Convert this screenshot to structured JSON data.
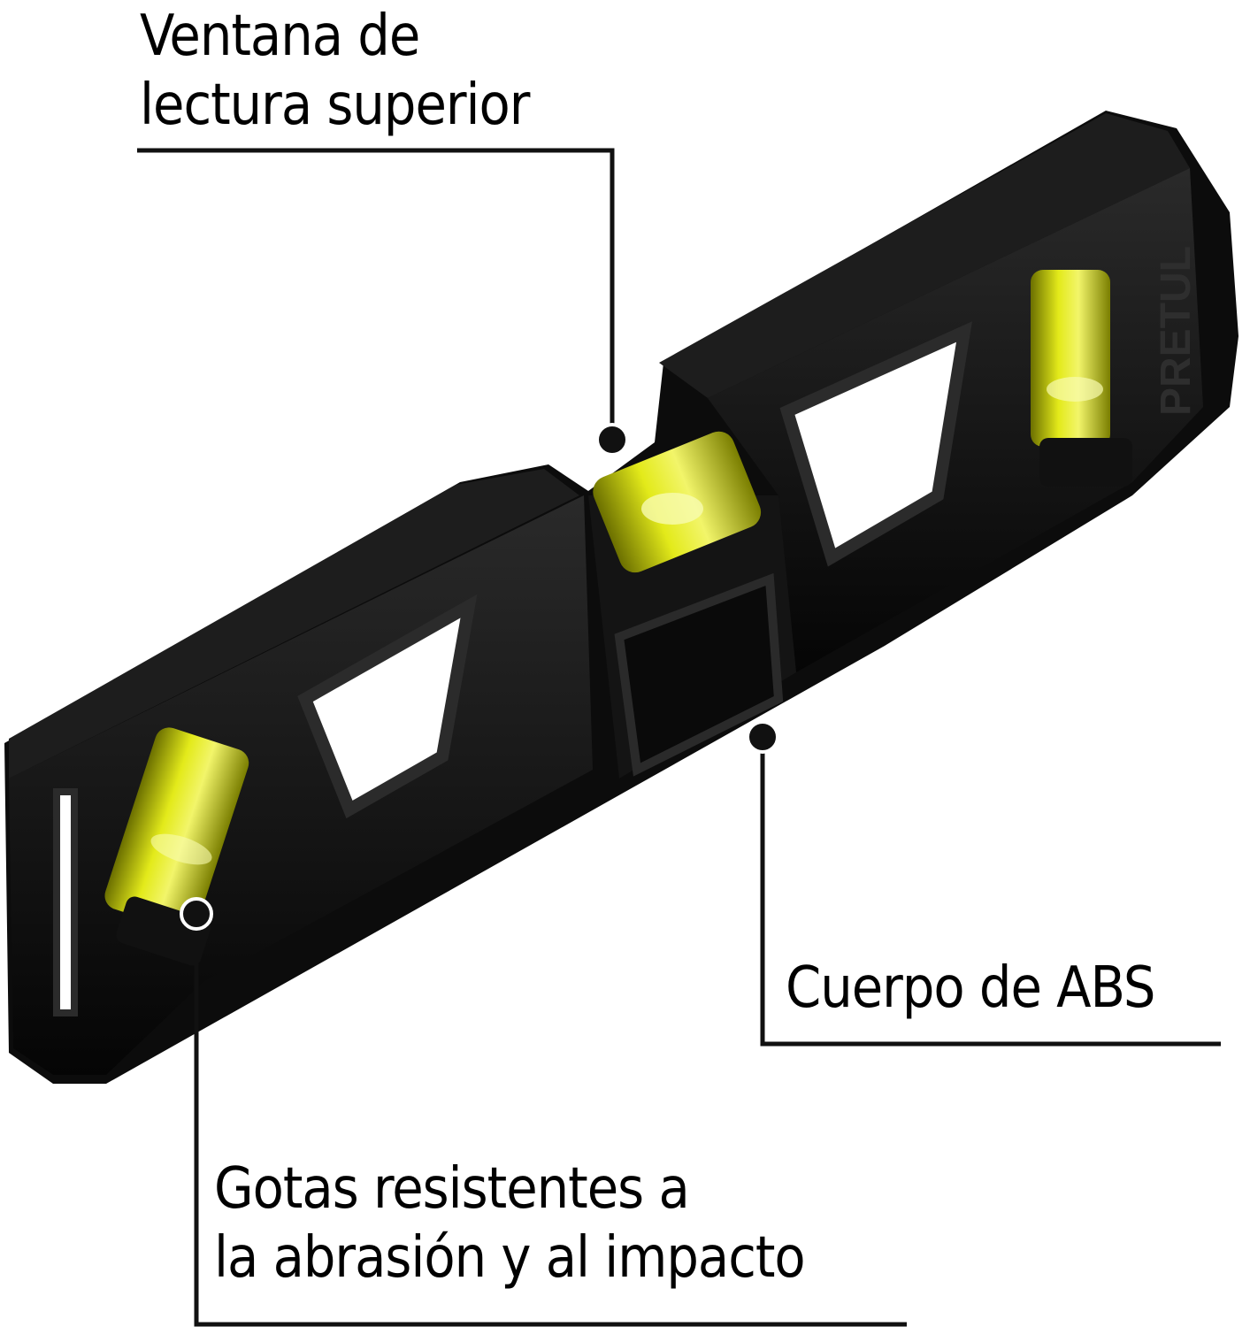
{
  "callouts": {
    "top_window": {
      "line1": "Ventana de",
      "line2": "lectura superior"
    },
    "body": {
      "line1": "Cuerpo de ABS"
    },
    "vials": {
      "line1": "Gotas resistentes a",
      "line2": "la abrasión y al impacto"
    }
  },
  "product": {
    "brand_text": "PRETUL"
  },
  "colors": {
    "body": "#0c0c0c",
    "vial_fluid": "#d8e000",
    "leader_line": "#111111",
    "background": "#ffffff"
  }
}
